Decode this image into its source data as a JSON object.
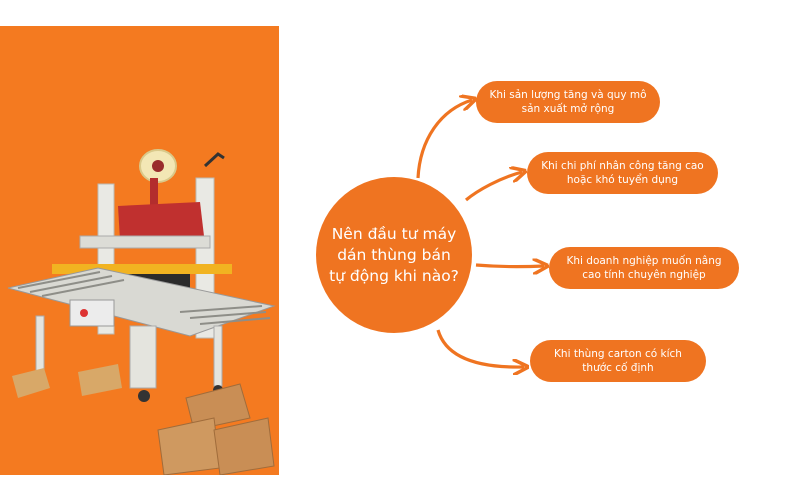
{
  "colors": {
    "accent": "#ef7421",
    "panel": "#f47a20",
    "text": "#ffffff"
  },
  "center": {
    "label": "Nên đầu tư máy dán thùng bán tự động khi nào?"
  },
  "bubbles": [
    {
      "label": "Khi sản lượng tăng và quy mô sản xuất mở rộng"
    },
    {
      "label": "Khi chi phí nhân công tăng cao hoặc khó tuyển dụng"
    },
    {
      "label": "Khi doanh nghiệp muốn nâng cao tính chuyên nghiệp"
    },
    {
      "label": "Khi thùng carton có kích thước cố định"
    }
  ],
  "image": {
    "subject": "semi-automatic carton sealing machine"
  }
}
